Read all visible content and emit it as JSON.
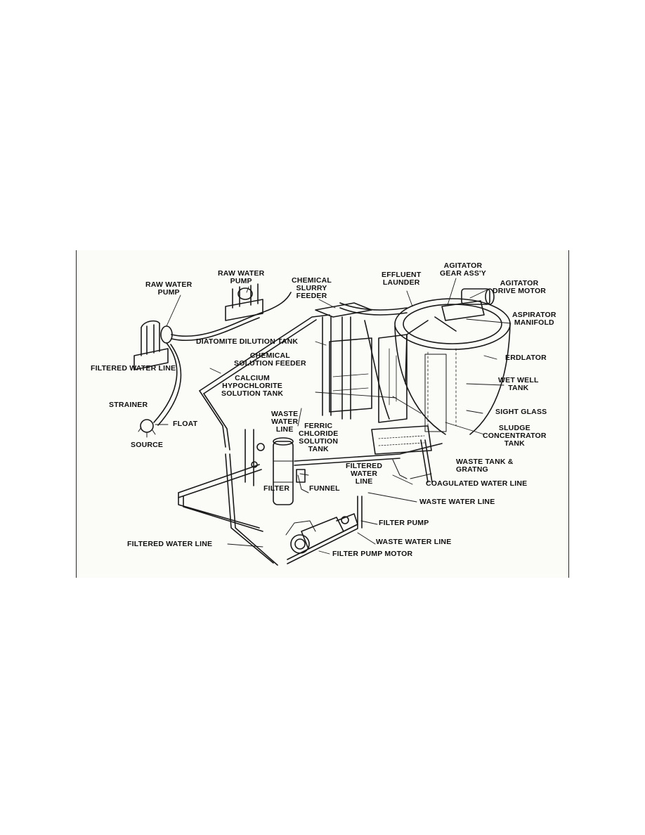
{
  "diagram": {
    "labels": {
      "raw_water_pump_left": "RAW WATER\nPUMP",
      "raw_water_pump_right": "RAW WATER\nPUMP",
      "chemical_slurry_feeder": "CHEMICAL\nSLURRY\nFEEDER",
      "effluent_launder": "EFFLUENT\nLAUNDER",
      "agitator_gear_assy": "AGITATOR\nGEAR ASS'Y",
      "agitator_drive_motor": "AGITATOR\nDRIVE MOTOR",
      "aspirator_manifold": "ASPIRATOR\nMANIFOLD",
      "diatomite_dilution_tank": "DIATOMITE DILUTION TANK",
      "erdlator": "ERDLATOR",
      "filtered_water_line_upper": "FILTERED WATER LINE",
      "chemical_solution_feeder": "CHEMICAL\nSOLUTION FEEDER",
      "calcium_hypochlorite_solution_tank": "CALCIUM\nHYPOCHLORITE\nSOLUTION TANK",
      "wet_well_tank": "WET WELL\nTANK",
      "strainer": "STRAINER",
      "float": "FLOAT",
      "source": "SOURCE",
      "waste_water_line_upper": "WASTE\nWATER\nLINE",
      "sight_glass": "SIGHT GLASS",
      "ferric_chloride_solution_tank": "FERRIC\nCHLORIDE\nSOLUTION\nTANK",
      "sludge_concentrator_tank": "SLUDGE\nCONCENTRATOR\nTANK",
      "waste_tank_grating": "WASTE TANK &\nGRATNG",
      "filtered_water_line_middle": "FILTERED\nWATER\nLINE",
      "coagulated_water_line": "COAGULATED WATER LINE",
      "filter": "FILTER",
      "funnel": "FUNNEL",
      "waste_water_line_middle": "WASTE WATER LINE",
      "filter_pump": "FILTER PUMP",
      "waste_water_line_lower": "WASTE WATER LINE",
      "filtered_water_line_lower": "FILTERED WATER LINE",
      "filter_pump_motor": "FILTER PUMP MOTOR"
    }
  }
}
